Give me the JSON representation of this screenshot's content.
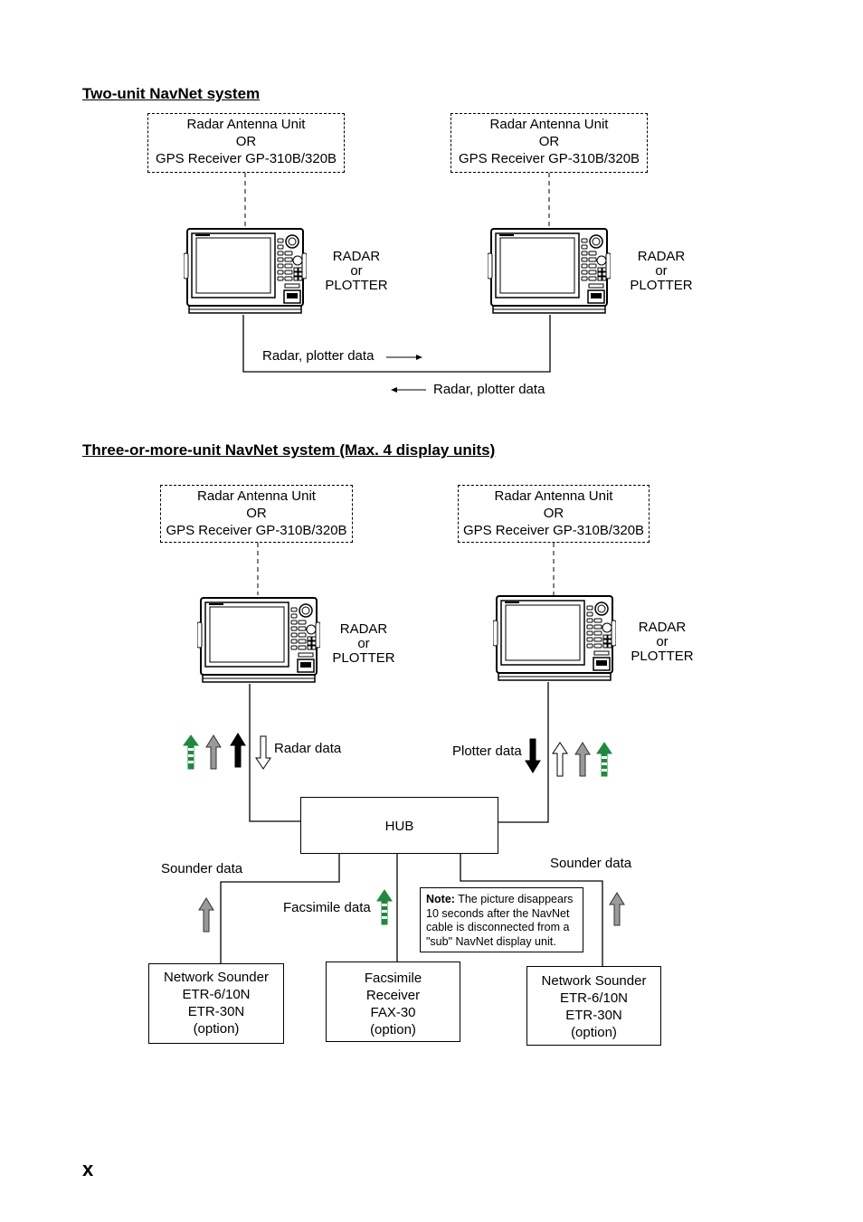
{
  "page_number": "x",
  "two_unit": {
    "heading": "Two-unit NavNet system",
    "sensor_left": [
      "Radar Antenna Unit",
      "OR",
      "GPS Receiver GP-310B/320B"
    ],
    "sensor_right": [
      "Radar Antenna Unit",
      "OR",
      "GPS Receiver GP-310B/320B"
    ],
    "unit_left_label": [
      "RADAR",
      "or",
      "PLOTTER"
    ],
    "unit_right_label": [
      "RADAR",
      "or",
      "PLOTTER"
    ],
    "flow_right": "Radar, plotter data",
    "flow_left": "Radar, plotter data"
  },
  "multi_unit": {
    "heading": "Three-or-more-unit NavNet system (Max. 4 display units)",
    "sensor_left": [
      "Radar Antenna Unit",
      "OR",
      "GPS Receiver GP-310B/320B"
    ],
    "sensor_right": [
      "Radar Antenna Unit",
      "OR",
      "GPS Receiver GP-310B/320B"
    ],
    "unit_left_label": [
      "RADAR",
      "or",
      "PLOTTER"
    ],
    "unit_right_label": [
      "RADAR",
      "or",
      "PLOTTER"
    ],
    "radar_data": "Radar data",
    "plotter_data": "Plotter data",
    "hub": "HUB",
    "sounder_data_left": "Sounder data",
    "sounder_data_right": "Sounder data",
    "facsimile_data": "Facsimile data",
    "note": {
      "label": "Note:",
      "text": "The picture disappears 10 seconds after the NavNet cable is disconnected from a \"sub\" NavNet display unit."
    },
    "sounder_left": [
      "Network Sounder",
      "ETR-6/10N",
      "ETR-30N",
      "(option)"
    ],
    "facsimile": [
      "Facsimile",
      "Receiver",
      "FAX-30",
      "(option)"
    ],
    "sounder_right": [
      "Network Sounder",
      "ETR-6/10N",
      "ETR-30N",
      "(option)"
    ]
  },
  "colors": {
    "arrow_gray": "#9a9a9a",
    "arrow_green": "#1e8a3c",
    "arrow_black": "#000000",
    "arrow_white": "#ffffff"
  }
}
